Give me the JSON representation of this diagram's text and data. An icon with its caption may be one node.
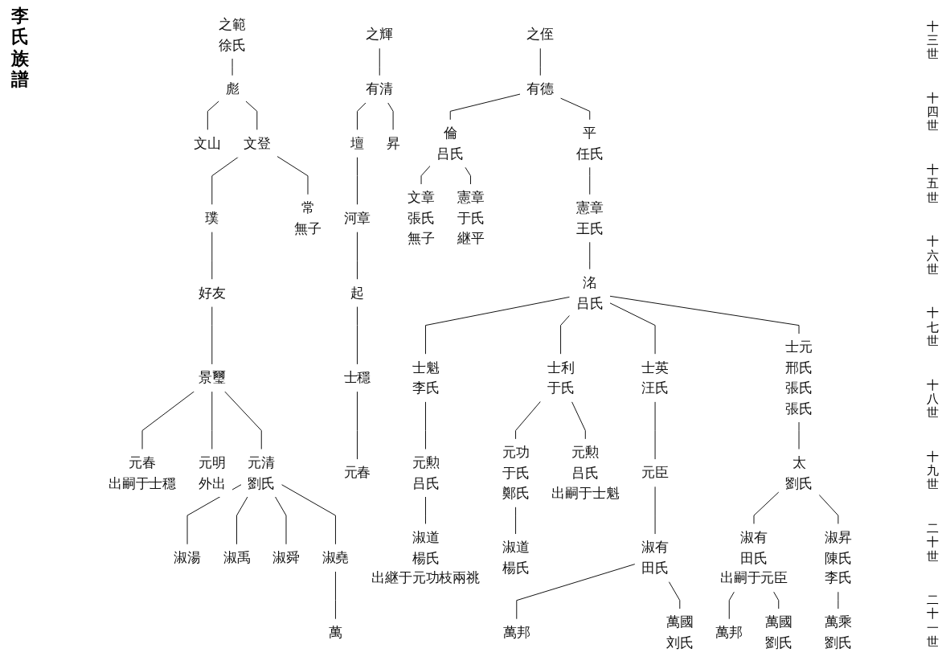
{
  "diagram": {
    "title": "李氏族譜",
    "nodes": [
      {
        "text": [
          "之範",
          "徐氏"
        ]
      },
      {
        "text": [
          "彪"
        ]
      },
      {
        "text": [
          "文山"
        ]
      },
      {
        "text": [
          "文登"
        ]
      },
      {
        "text": [
          "璞"
        ]
      },
      {
        "text": [
          "常",
          "無子"
        ]
      },
      {
        "text": [
          "好友"
        ]
      },
      {
        "text": [
          "景璽"
        ]
      },
      {
        "text": [
          "元春",
          "出嗣于士穩"
        ]
      },
      {
        "text": [
          "元明",
          "外出"
        ]
      },
      {
        "text": [
          "元清",
          "劉氏"
        ]
      },
      {
        "text": [
          "淑湯"
        ]
      },
      {
        "text": [
          "淑禹"
        ]
      },
      {
        "text": [
          "淑舜"
        ]
      },
      {
        "text": [
          "淑堯"
        ]
      },
      {
        "text": [
          "萬"
        ]
      },
      {
        "text": [
          "之輝"
        ]
      },
      {
        "text": [
          "有清"
        ]
      },
      {
        "text": [
          "壇"
        ]
      },
      {
        "text": [
          "昇"
        ]
      },
      {
        "text": [
          "河章"
        ]
      },
      {
        "text": [
          "起"
        ]
      },
      {
        "text": [
          "士穩"
        ]
      },
      {
        "text": [
          "元春"
        ]
      },
      {
        "text": [
          "之侄"
        ]
      },
      {
        "text": [
          "有德"
        ]
      },
      {
        "text": [
          "倫",
          "吕氏"
        ]
      },
      {
        "text": [
          "文章",
          "張氏",
          "無子"
        ]
      },
      {
        "text": [
          "憲章",
          "于氏",
          "継平"
        ]
      },
      {
        "text": [
          "平",
          "任氏"
        ]
      },
      {
        "text": [
          "憲章",
          "王氏"
        ]
      },
      {
        "text": [
          "洺",
          "吕氏"
        ]
      },
      {
        "text": [
          "士英",
          "汪氏"
        ]
      },
      {
        "text": [
          "士魁",
          "李氏"
        ]
      },
      {
        "text": [
          "士利",
          "于氏"
        ]
      },
      {
        "text": [
          "士元",
          "邢氏",
          "張氏",
          "張氏"
        ]
      },
      {
        "text": [
          "元臣"
        ]
      },
      {
        "text": [
          "元勲",
          "吕氏"
        ]
      },
      {
        "text": [
          "元勲",
          "吕氏",
          "出嗣于士魁"
        ]
      },
      {
        "text": [
          "元功",
          "于氏",
          "鄭氏"
        ]
      },
      {
        "text": [
          "淑道",
          "楊氏",
          "出継于元功枝兩祧"
        ]
      },
      {
        "text": [
          "淑道",
          "楊氏"
        ]
      },
      {
        "text": [
          "太",
          "劉氏"
        ]
      },
      {
        "text": [
          "淑有",
          "田氏"
        ]
      },
      {
        "text": [
          "萬邦"
        ]
      },
      {
        "text": [
          "萬國",
          "刘氏"
        ]
      },
      {
        "text": [
          "淑有",
          "田氏",
          "出嗣于元臣"
        ]
      },
      {
        "text": [
          "淑昇",
          "陳氏",
          "李氏"
        ]
      },
      {
        "text": [
          "萬邦"
        ]
      },
      {
        "text": [
          "萬國",
          "劉氏"
        ]
      },
      {
        "text": [
          "萬乘",
          "劉氏"
        ]
      }
    ],
    "edges": [
      {
        "from": 0,
        "to": 1,
        "arrow": "none"
      },
      {
        "from": 1,
        "to": 2,
        "arrow": "none"
      },
      {
        "from": 1,
        "to": 3,
        "arrow": "none"
      },
      {
        "from": 3,
        "to": 4,
        "arrow": "none"
      },
      {
        "from": 3,
        "to": 5,
        "arrow": "none"
      },
      {
        "from": 4,
        "to": 6,
        "arrow": "none"
      },
      {
        "from": 6,
        "to": 7,
        "arrow": "none"
      },
      {
        "from": 7,
        "to": 8,
        "arrow": "none"
      },
      {
        "from": 7,
        "to": 9,
        "arrow": "none"
      },
      {
        "from": 7,
        "to": 10,
        "arrow": "none"
      },
      {
        "from": 10,
        "to": 11,
        "arrow": "none"
      },
      {
        "from": 10,
        "to": 12,
        "arrow": "none"
      },
      {
        "from": 10,
        "to": 13,
        "arrow": "none"
      },
      {
        "from": 10,
        "to": 14,
        "arrow": "none"
      },
      {
        "from": 14,
        "to": 15,
        "arrow": "none"
      },
      {
        "from": 16,
        "to": 17,
        "arrow": "none"
      },
      {
        "from": 17,
        "to": 18,
        "arrow": "none"
      },
      {
        "from": 17,
        "to": 19,
        "arrow": "none"
      },
      {
        "from": 18,
        "to": 20,
        "arrow": "none"
      },
      {
        "from": 20,
        "to": 21,
        "arrow": "none"
      },
      {
        "from": 21,
        "to": 22,
        "arrow": "none"
      },
      {
        "from": 22,
        "to": 23,
        "arrow": "none"
      },
      {
        "from": 24,
        "to": 25,
        "arrow": "none"
      },
      {
        "from": 25,
        "to": 29,
        "arrow": "none"
      },
      {
        "from": 25,
        "to": 26,
        "arrow": "none"
      },
      {
        "from": 26,
        "to": 27,
        "arrow": "none"
      },
      {
        "from": 26,
        "to": 28,
        "arrow": "none"
      },
      {
        "from": 29,
        "to": 30,
        "arrow": "none"
      },
      {
        "from": 30,
        "to": 31,
        "arrow": "none"
      },
      {
        "from": 31,
        "to": 32,
        "arrow": "none"
      },
      {
        "from": 31,
        "to": 33,
        "arrow": "none"
      },
      {
        "from": 31,
        "to": 34,
        "arrow": "none"
      },
      {
        "from": 31,
        "to": 35,
        "arrow": "none"
      },
      {
        "from": 32,
        "to": 36,
        "arrow": "none"
      },
      {
        "from": 36,
        "to": 43,
        "arrow": "none"
      },
      {
        "from": 43,
        "to": 44,
        "arrow": "none"
      },
      {
        "from": 43,
        "to": 45,
        "arrow": "none"
      },
      {
        "from": 33,
        "to": 37,
        "arrow": "none"
      },
      {
        "from": 37,
        "to": 40,
        "arrow": "none"
      },
      {
        "from": 34,
        "to": 38,
        "arrow": "none"
      },
      {
        "from": 34,
        "to": 39,
        "arrow": "none"
      },
      {
        "from": 39,
        "to": 41,
        "arrow": "none"
      },
      {
        "from": 35,
        "to": 42,
        "arrow": "none"
      },
      {
        "from": 42,
        "to": 46,
        "arrow": "none"
      },
      {
        "from": 42,
        "to": 47,
        "arrow": "none"
      },
      {
        "from": 46,
        "to": 48,
        "arrow": "none"
      },
      {
        "from": 46,
        "to": 49,
        "arrow": "none"
      },
      {
        "from": 47,
        "to": 50,
        "arrow": "none"
      }
    ],
    "labels": [
      "十三世",
      "十四世",
      "十五世",
      "十六世",
      "十七世",
      "十八世",
      "十九世",
      "二十世",
      "二十一世"
    ]
  }
}
